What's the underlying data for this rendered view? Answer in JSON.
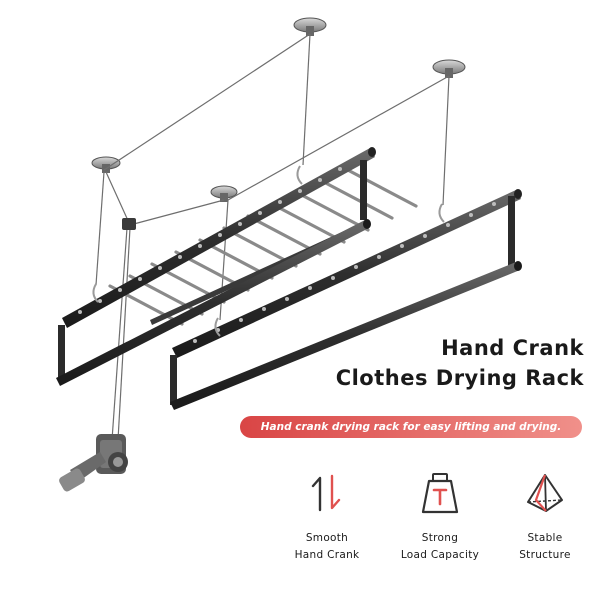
{
  "title": {
    "line1": "Hand Crank",
    "line2": "Clothes Drying Rack"
  },
  "tagline": "Hand crank drying rack for easy lifting and drying.",
  "accent_color": "#e0514f",
  "features": [
    {
      "icon": "up-down-arrows-icon",
      "line1": "Smooth",
      "line2": "Hand Crank"
    },
    {
      "icon": "weight-icon",
      "line1": "Strong",
      "line2": "Load Capacity"
    },
    {
      "icon": "pyramid-icon",
      "line1": "Stable",
      "line2": "Structure"
    }
  ]
}
